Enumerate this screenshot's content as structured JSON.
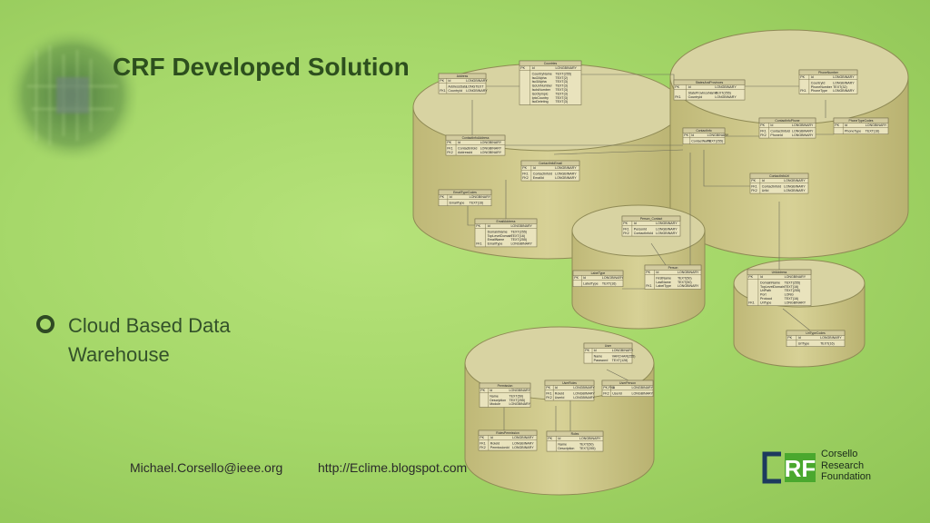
{
  "slide": {
    "title": "CRF Developed Solution",
    "bullet": "Cloud Based Data Warehouse",
    "email": "Michael.Corsello@ieee.org",
    "url": "http://Eclime.blogspot.com",
    "logo": {
      "mark": "CRF",
      "line1": "Corsello",
      "line2": "Research",
      "line3": "Foundation"
    }
  },
  "colors": {
    "background": "#a6d86a",
    "title": "#2d4f1e",
    "cylinder": "#c9c382",
    "logo_green": "#4aa82e",
    "logo_dark": "#1d3a5e"
  },
  "icons": {
    "bullet": "ring-bullet-icon",
    "chip": "circuit-board-icon"
  },
  "diagram": {
    "tables": [
      {
        "id": "address",
        "name": "Address",
        "rows": [
          [
            "PK",
            "Id",
            "LONGBINARY"
          ],
          [
            "",
            "AddressData",
            "LONGTEXT"
          ],
          [
            "FK1",
            "CountryId",
            "LONGBINARY"
          ]
        ]
      },
      {
        "id": "countries",
        "name": "Countries",
        "rows": [
          [
            "PK",
            "Id",
            "LONGBINARY"
          ],
          [
            "",
            "CountryName",
            "TEXT(255)"
          ],
          [
            "",
            "Iso2Alpha",
            "TEXT(2)"
          ],
          [
            "",
            "Iso3Alpha",
            "TEXT(3)"
          ],
          [
            "",
            "IsoUnNumber",
            "TEXT(3)"
          ],
          [
            "",
            "IsoIsNumber",
            "TEXT(3)"
          ],
          [
            "",
            "IsoOlympic",
            "TEXT(3)"
          ],
          [
            "",
            "IptcCountry",
            "TEXT(3)"
          ],
          [
            "",
            "IsoDeleting",
            "TEXT(3)"
          ]
        ]
      },
      {
        "id": "statesprovinces",
        "name": "StatesAndProvinces",
        "rows": [
          [
            "PK",
            "Id",
            "LONGBINARY"
          ],
          [
            "",
            "StateProvinceName",
            "TEXT(255)"
          ],
          [
            "FK1",
            "CountryId",
            "LONGBINARY"
          ]
        ]
      },
      {
        "id": "phonenumber",
        "name": "PhoneNumber",
        "rows": [
          [
            "PK",
            "Id",
            "LONGBINARY"
          ],
          [
            "",
            "CountryId",
            "LONGBINARY"
          ],
          [
            "",
            "PhoneNumber",
            "TEXT(32)"
          ],
          [
            "FK1",
            "PhoneType",
            "LONGBINARY"
          ]
        ]
      },
      {
        "id": "contactinfoaddress",
        "name": "ContactInfoAddress",
        "rows": [
          [
            "PK",
            "Id",
            "LONGBINARY"
          ],
          [
            "FK1",
            "ContactInfoId",
            "LONGBINARY"
          ],
          [
            "FK2",
            "AddressId",
            "LONGBINARY"
          ]
        ]
      },
      {
        "id": "contactinfo",
        "name": "ContactInfo",
        "rows": [
          [
            "PK",
            "Id",
            "LONGBINARY"
          ],
          [
            "",
            "ContactName",
            "TEXT(255)"
          ]
        ]
      },
      {
        "id": "contactinfophone",
        "name": "ContactInfoPhone",
        "rows": [
          [
            "PK",
            "Id",
            "LONGBINARY"
          ],
          [
            "FK1",
            "ContactInfoId",
            "LONGBINARY"
          ],
          [
            "FK2",
            "PhoneId",
            "LONGBINARY"
          ]
        ]
      },
      {
        "id": "phonetypecodes",
        "name": "PhoneTypeCodes",
        "rows": [
          [
            "PK",
            "Id",
            "LONGBINARY"
          ],
          [
            "",
            "PhoneType",
            "TEXT(16)"
          ]
        ]
      },
      {
        "id": "contactinfoemail",
        "name": "ContactInfoEmail",
        "rows": [
          [
            "PK",
            "Id",
            "LONGBINARY"
          ],
          [
            "FK1",
            "ContactInfoId",
            "LONGBINARY"
          ],
          [
            "FK2",
            "EmailId",
            "LONGBINARY"
          ]
        ]
      },
      {
        "id": "emailtypecodes",
        "name": "EmailTypeCodes",
        "rows": [
          [
            "PK",
            "Id",
            "LONGBINARY"
          ],
          [
            "",
            "EmailType",
            "TEXT(16)"
          ]
        ]
      },
      {
        "id": "contactinfourl",
        "name": "ContactInfoUrl",
        "rows": [
          [
            "PK",
            "Id",
            "LONGBINARY"
          ],
          [
            "FK1",
            "ContactInfoId",
            "LONGBINARY"
          ],
          [
            "FK2",
            "UrlId",
            "LONGBINARY"
          ]
        ]
      },
      {
        "id": "emailaddress",
        "name": "EmailAddress",
        "rows": [
          [
            "PK",
            "Id",
            "LONGBINARY"
          ],
          [
            "",
            "DomainName",
            "TEXT(255)"
          ],
          [
            "",
            "TopLevelDomain",
            "TEXT(16)"
          ],
          [
            "",
            "EmailName",
            "TEXT(255)"
          ],
          [
            "FK1",
            "EmailType",
            "LONGBINARY"
          ]
        ]
      },
      {
        "id": "personcontact",
        "name": "Person_Contact",
        "rows": [
          [
            "PK",
            "Id",
            "LONGBINARY"
          ],
          [
            "FK1",
            "PersonId",
            "LONGBINARY"
          ],
          [
            "FK2",
            "ContactInfoId",
            "LONGBINARY"
          ]
        ]
      },
      {
        "id": "labeltype",
        "name": "LabelType",
        "rows": [
          [
            "PK",
            "Id",
            "LONGBINARY"
          ],
          [
            "",
            "LabelType",
            "TEXT(16)"
          ]
        ]
      },
      {
        "id": "person",
        "name": "Person",
        "rows": [
          [
            "PK",
            "Id",
            "LONGBINARY"
          ],
          [
            "",
            "FirstName",
            "TEXT(50)"
          ],
          [
            "",
            "LastName",
            "TEXT(50)"
          ],
          [
            "FK1",
            "LabelType",
            "LONGBINARY"
          ]
        ]
      },
      {
        "id": "urladdress",
        "name": "UrlAddress",
        "rows": [
          [
            "PK",
            "Id",
            "LONGBINARY"
          ],
          [
            "",
            "DomainName",
            "TEXT(255)"
          ],
          [
            "",
            "TopLevelDomain",
            "TEXT(16)"
          ],
          [
            "",
            "UrlPath",
            "TEXT(255)"
          ],
          [
            "",
            "Port",
            "LONG"
          ],
          [
            "",
            "Protocol",
            "TEXT(16)"
          ],
          [
            "FK1",
            "UrlType",
            "LONGBINARY"
          ]
        ]
      },
      {
        "id": "urltypecodes",
        "name": "UrlTypeCodes",
        "rows": [
          [
            "PK",
            "Id",
            "LONGBINARY"
          ],
          [
            "",
            "UrlType",
            "TEXT(16)"
          ]
        ]
      },
      {
        "id": "user",
        "name": "User",
        "rows": [
          [
            "PK",
            "Id",
            "LONGBINARY"
          ],
          [
            "",
            "Name",
            "VARCHAR(255)"
          ],
          [
            "",
            "Password",
            "TEXT(128)"
          ]
        ]
      },
      {
        "id": "permission",
        "name": "Permission",
        "rows": [
          [
            "PK",
            "Id",
            "LONGBINARY"
          ],
          [
            "",
            "Name",
            "TEXT(50)"
          ],
          [
            "",
            "Description",
            "TEXT(255)"
          ],
          [
            "",
            "Module",
            "LONGBINARY"
          ]
        ]
      },
      {
        "id": "userroles",
        "name": "UserRoles",
        "rows": [
          [
            "PK",
            "Id",
            "LONGBINARY"
          ],
          [
            "FK1",
            "RoleId",
            "LONGBINARY"
          ],
          [
            "FK2",
            "UserId",
            "LONGBINARY"
          ]
        ]
      },
      {
        "id": "userperson",
        "name": "UserPerson",
        "rows": [
          [
            "PK,FK1",
            "Id",
            "LONGBINARY"
          ],
          [
            "FK2",
            "UserId",
            "LONGBINARY"
          ]
        ]
      },
      {
        "id": "rolespermission",
        "name": "RolesPermission",
        "rows": [
          [
            "PK",
            "Id",
            "LONGBINARY"
          ],
          [
            "FK1",
            "RoleId",
            "LONGBINARY"
          ],
          [
            "FK2",
            "PermissionId",
            "LONGBINARY"
          ]
        ]
      },
      {
        "id": "roles",
        "name": "Roles",
        "rows": [
          [
            "PK",
            "Id",
            "LONGBINARY"
          ],
          [
            "",
            "Name",
            "TEXT(50)"
          ],
          [
            "",
            "Description",
            "TEXT(255)"
          ]
        ]
      }
    ]
  }
}
